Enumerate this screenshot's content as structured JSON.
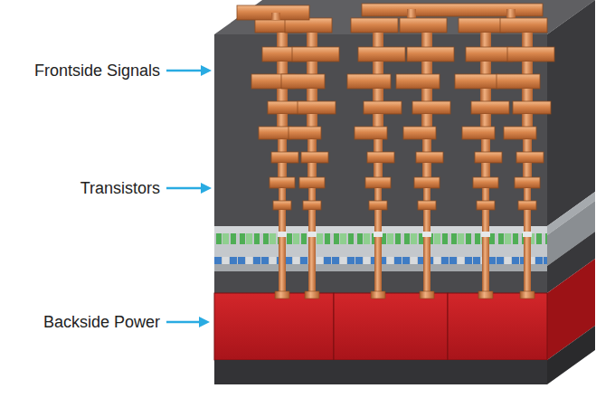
{
  "diagram": {
    "labels": [
      "Frontside Signals",
      "Transistors",
      "Backside Power"
    ]
  }
}
